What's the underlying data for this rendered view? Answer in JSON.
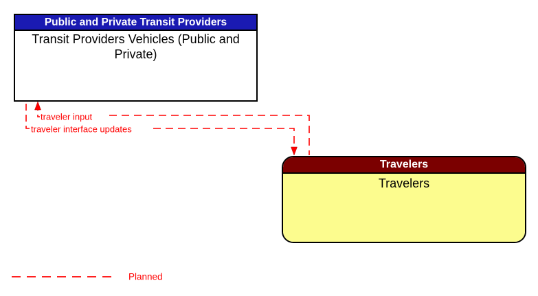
{
  "diagram": {
    "type": "interconnect-context-diagram",
    "entities": [
      {
        "header": "Public and Private Transit Providers",
        "name": "Transit Providers Vehicles (Public and Private)",
        "shape": "rectangle",
        "header_color": "#1a1ab2",
        "header_text_color": "#ffffff",
        "body_color": "#ffffff",
        "body_text_color": "#000000"
      },
      {
        "header": "Travelers",
        "name": "Travelers",
        "shape": "rounded-rectangle",
        "header_color": "#7b0000",
        "header_text_color": "#ffffff",
        "body_color": "#fcfc8e",
        "body_text_color": "#000000"
      }
    ],
    "flows": [
      {
        "label": "traveler input",
        "from": "Travelers",
        "to": "Transit Providers Vehicles (Public and Private)",
        "status": "Planned",
        "line_style": "dashed",
        "line_color": "#ff0000"
      },
      {
        "label": "traveler interface updates",
        "from": "Transit Providers Vehicles (Public and Private)",
        "to": "Travelers",
        "status": "Planned",
        "line_style": "dashed",
        "line_color": "#ff0000"
      }
    ],
    "legend": {
      "items": [
        {
          "label": "Planned",
          "line_style": "dashed",
          "line_color": "#ff0000"
        }
      ]
    }
  }
}
